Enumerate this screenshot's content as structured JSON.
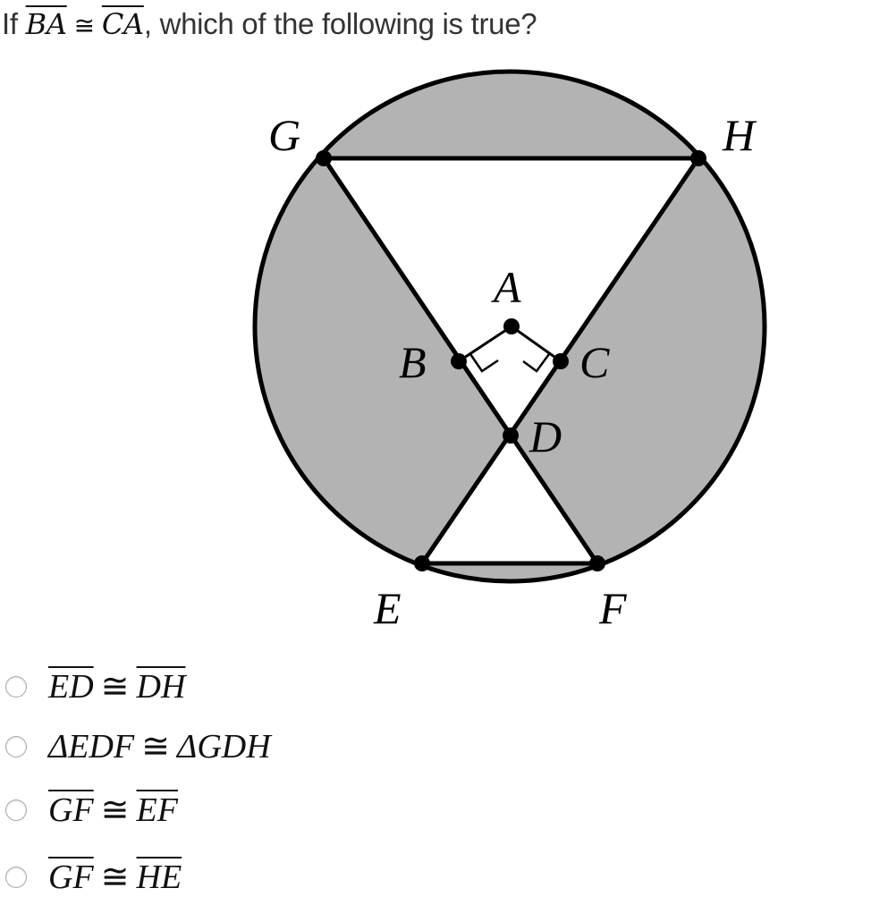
{
  "question": {
    "prefix": "If",
    "left": "BA",
    "op": "≅",
    "right": "CA",
    "suffix": ", which of the following is true?"
  },
  "figure": {
    "labels": {
      "G": "G",
      "H": "H",
      "A": "A",
      "B": "B",
      "C": "C",
      "D": "D",
      "E": "E",
      "F": "F"
    },
    "shade_color": "#b3b3b3"
  },
  "options": [
    {
      "left": "ED",
      "left_bar": true,
      "op": "≅",
      "right": "DH",
      "right_bar": true
    },
    {
      "left": "ΔEDF",
      "left_bar": false,
      "op": "≅",
      "right": "ΔGDH",
      "right_bar": false
    },
    {
      "left": "GF",
      "left_bar": true,
      "op": "≅",
      "right": "EF",
      "right_bar": true
    },
    {
      "left": "GF",
      "left_bar": true,
      "op": "≅",
      "right": "HE",
      "right_bar": true
    }
  ]
}
